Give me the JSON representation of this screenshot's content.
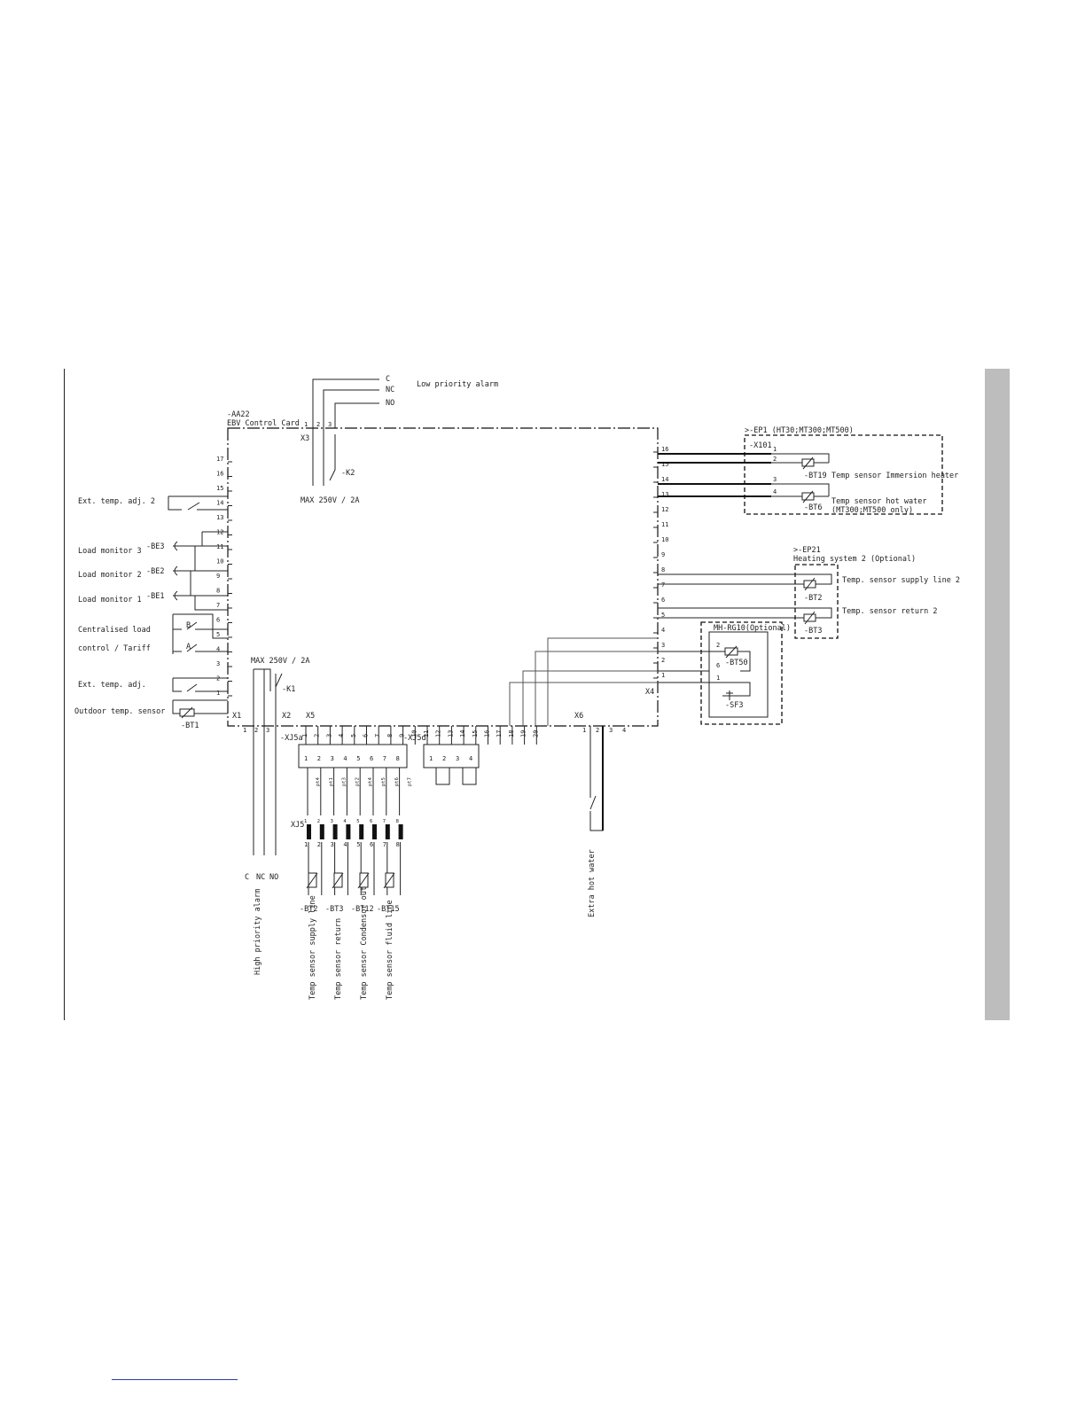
{
  "control_card": {
    "id": "-AA22",
    "name": "EBV Control Card"
  },
  "low_priority_alarm": {
    "label": "Low priority alarm",
    "terminals": [
      "C",
      "NC",
      "NO"
    ],
    "relay": "-K2",
    "rating": "MAX 250V / 2A",
    "connector": "X3",
    "pins": [
      "1",
      "2",
      "3"
    ]
  },
  "left_pins": [
    "17",
    "16",
    "15",
    "14",
    "13",
    "12",
    "11",
    "10",
    "9",
    "8",
    "7",
    "6",
    "5",
    "4",
    "3",
    "2",
    "1"
  ],
  "left_inputs": {
    "ext_temp_adj_2": "Ext. temp. adj. 2",
    "load_monitor_3": "Load monitor 3",
    "load_monitor_2": "Load monitor 2",
    "load_monitor_1": "Load monitor 1",
    "be3": "-BE3",
    "be2": "-BE2",
    "be1": "-BE1",
    "centralised_1": "Centralised load",
    "centralised_2": "control / Tariff",
    "contact_b": "B",
    "contact_a": "A",
    "ext_temp_adj": "Ext. temp. adj.",
    "outdoor_sensor": "Outdoor temp. sensor",
    "bt1": "-BT1"
  },
  "high_priority_alarm": {
    "label": "High priority alarm",
    "relay": "-K1",
    "rating": "MAX 250V / 2A",
    "terminals": [
      "C",
      "NC",
      "NO"
    ]
  },
  "bottom_connectors": {
    "x1": "X1",
    "x1_pins": [
      "1",
      "2",
      "3"
    ],
    "x2": "X2",
    "x5": "X5",
    "x5_pins": [
      "1",
      "2",
      "3",
      "4",
      "5",
      "6",
      "7",
      "8",
      "9",
      "10",
      "11",
      "12",
      "13",
      "14",
      "15",
      "16",
      "17",
      "18",
      "19",
      "20"
    ],
    "xj5a": "-XJ5a",
    "xj5d": "-XJ5d",
    "xj5": "XJ5",
    "x6": "X6",
    "x6_pins": [
      "1",
      "2",
      "3",
      "4"
    ],
    "plug_pins": [
      "1",
      "2",
      "3",
      "4",
      "5",
      "6",
      "7",
      "8"
    ],
    "wire_ids": [
      "pt4",
      "pt1",
      "pt3",
      "pt2",
      "pt4",
      "pt5",
      "pt6",
      "pt7"
    ],
    "plug2_pins": [
      "1",
      "2",
      "3",
      "4"
    ]
  },
  "bottom_sensors": [
    {
      "id": "-BT2",
      "label": "Temp sensor supply line"
    },
    {
      "id": "-BT3",
      "label": "Temp sensor return"
    },
    {
      "id": "-BT12",
      "label": "Temp sensor Condensor out"
    },
    {
      "id": "-BT15",
      "label": "Temp sensor fluid line"
    }
  ],
  "extra_hot_water": "Extra hot water",
  "right_pins": [
    "16",
    "15",
    "14",
    "13",
    "12",
    "11",
    "10",
    "9",
    "8",
    "7",
    "6",
    "5",
    "4",
    "3",
    "2",
    "1"
  ],
  "x4": "X4",
  "ep1": {
    "id": ">-EP1 (HT30;MT300;MT500)",
    "connector": "-X101",
    "pins": [
      "1",
      "2",
      "3",
      "4"
    ],
    "bt19": "-BT19",
    "bt19_label": "Temp sensor Immersion heater",
    "bt6": "-BT6",
    "bt6_label": "Temp sensor hot water",
    "bt6_note": "(MT300;MT500 only)"
  },
  "ep21": {
    "id": ">-EP21",
    "label": "Heating system 2  (Optional)",
    "bt2": "-BT2",
    "bt2_label": "Temp. sensor supply line 2",
    "bt3": "-BT3",
    "bt3_label": "Temp. sensor return 2"
  },
  "mh_rg10": {
    "label": "MH-RG10(Optional)",
    "pins": [
      "2",
      "6",
      "1"
    ],
    "bt50": "-BT50",
    "sf3": "-SF3"
  }
}
